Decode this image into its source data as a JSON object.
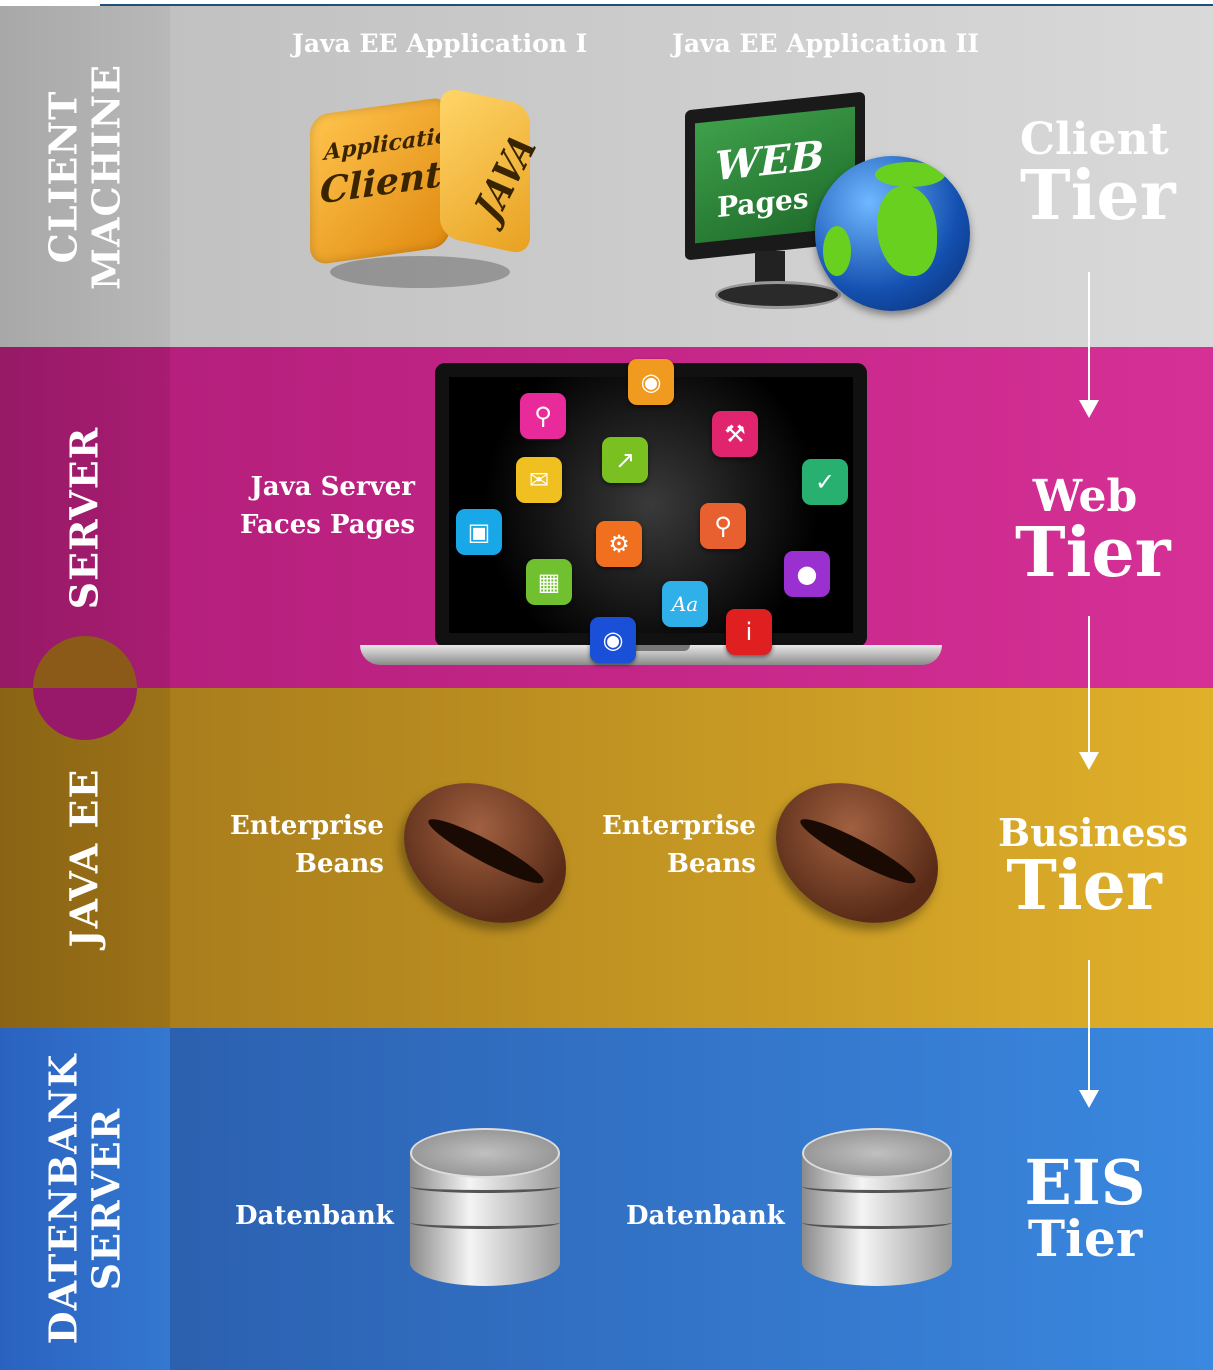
{
  "client": {
    "side_label_line1": "CLIENT",
    "side_label_line2": "MACHINE",
    "app1_title": "Java EE Application I",
    "app2_title": "Java EE Application II",
    "cube_text_small": "Application",
    "cube_text_big": "Client",
    "cube_side_text": "JAVA",
    "monitor_text_big": "WEB",
    "monitor_text_small": "Pages",
    "tier_top": "Client",
    "tier_big": "Tier"
  },
  "server": {
    "side_label": "SERVER",
    "jsf_line1": "Java Server",
    "jsf_line2": "Faces Pages",
    "tier_top": "Web",
    "tier_big": "Tier"
  },
  "javaee": {
    "side_label": "JAVA EE",
    "bean1_line1": "Enterprise",
    "bean1_line2": "Beans",
    "bean2_line1": "Enterprise",
    "bean2_line2": "Beans",
    "tier_top": "Business",
    "tier_big": "Tier"
  },
  "db": {
    "side_label_line1": "DATENBANK",
    "side_label_line2": "SERVER",
    "db1_label": "Datenbank",
    "db2_label": "Datenbank",
    "tier_top": "EIS",
    "tier_big": "Tier"
  },
  "colors": {
    "client_band": "#c6c6c6",
    "server_band": "#c02080",
    "javaee_band": "#c49a22",
    "db_band": "#2f6cc0"
  },
  "app_icons": [
    "rss-icon",
    "search-icon",
    "cursor-icon",
    "wrench-icon",
    "mail-icon",
    "check-icon",
    "trash-icon",
    "gear-icon",
    "zoom-icon",
    "lock-icon",
    "chart-icon",
    "font-icon",
    "globe-icon",
    "info-icon"
  ]
}
